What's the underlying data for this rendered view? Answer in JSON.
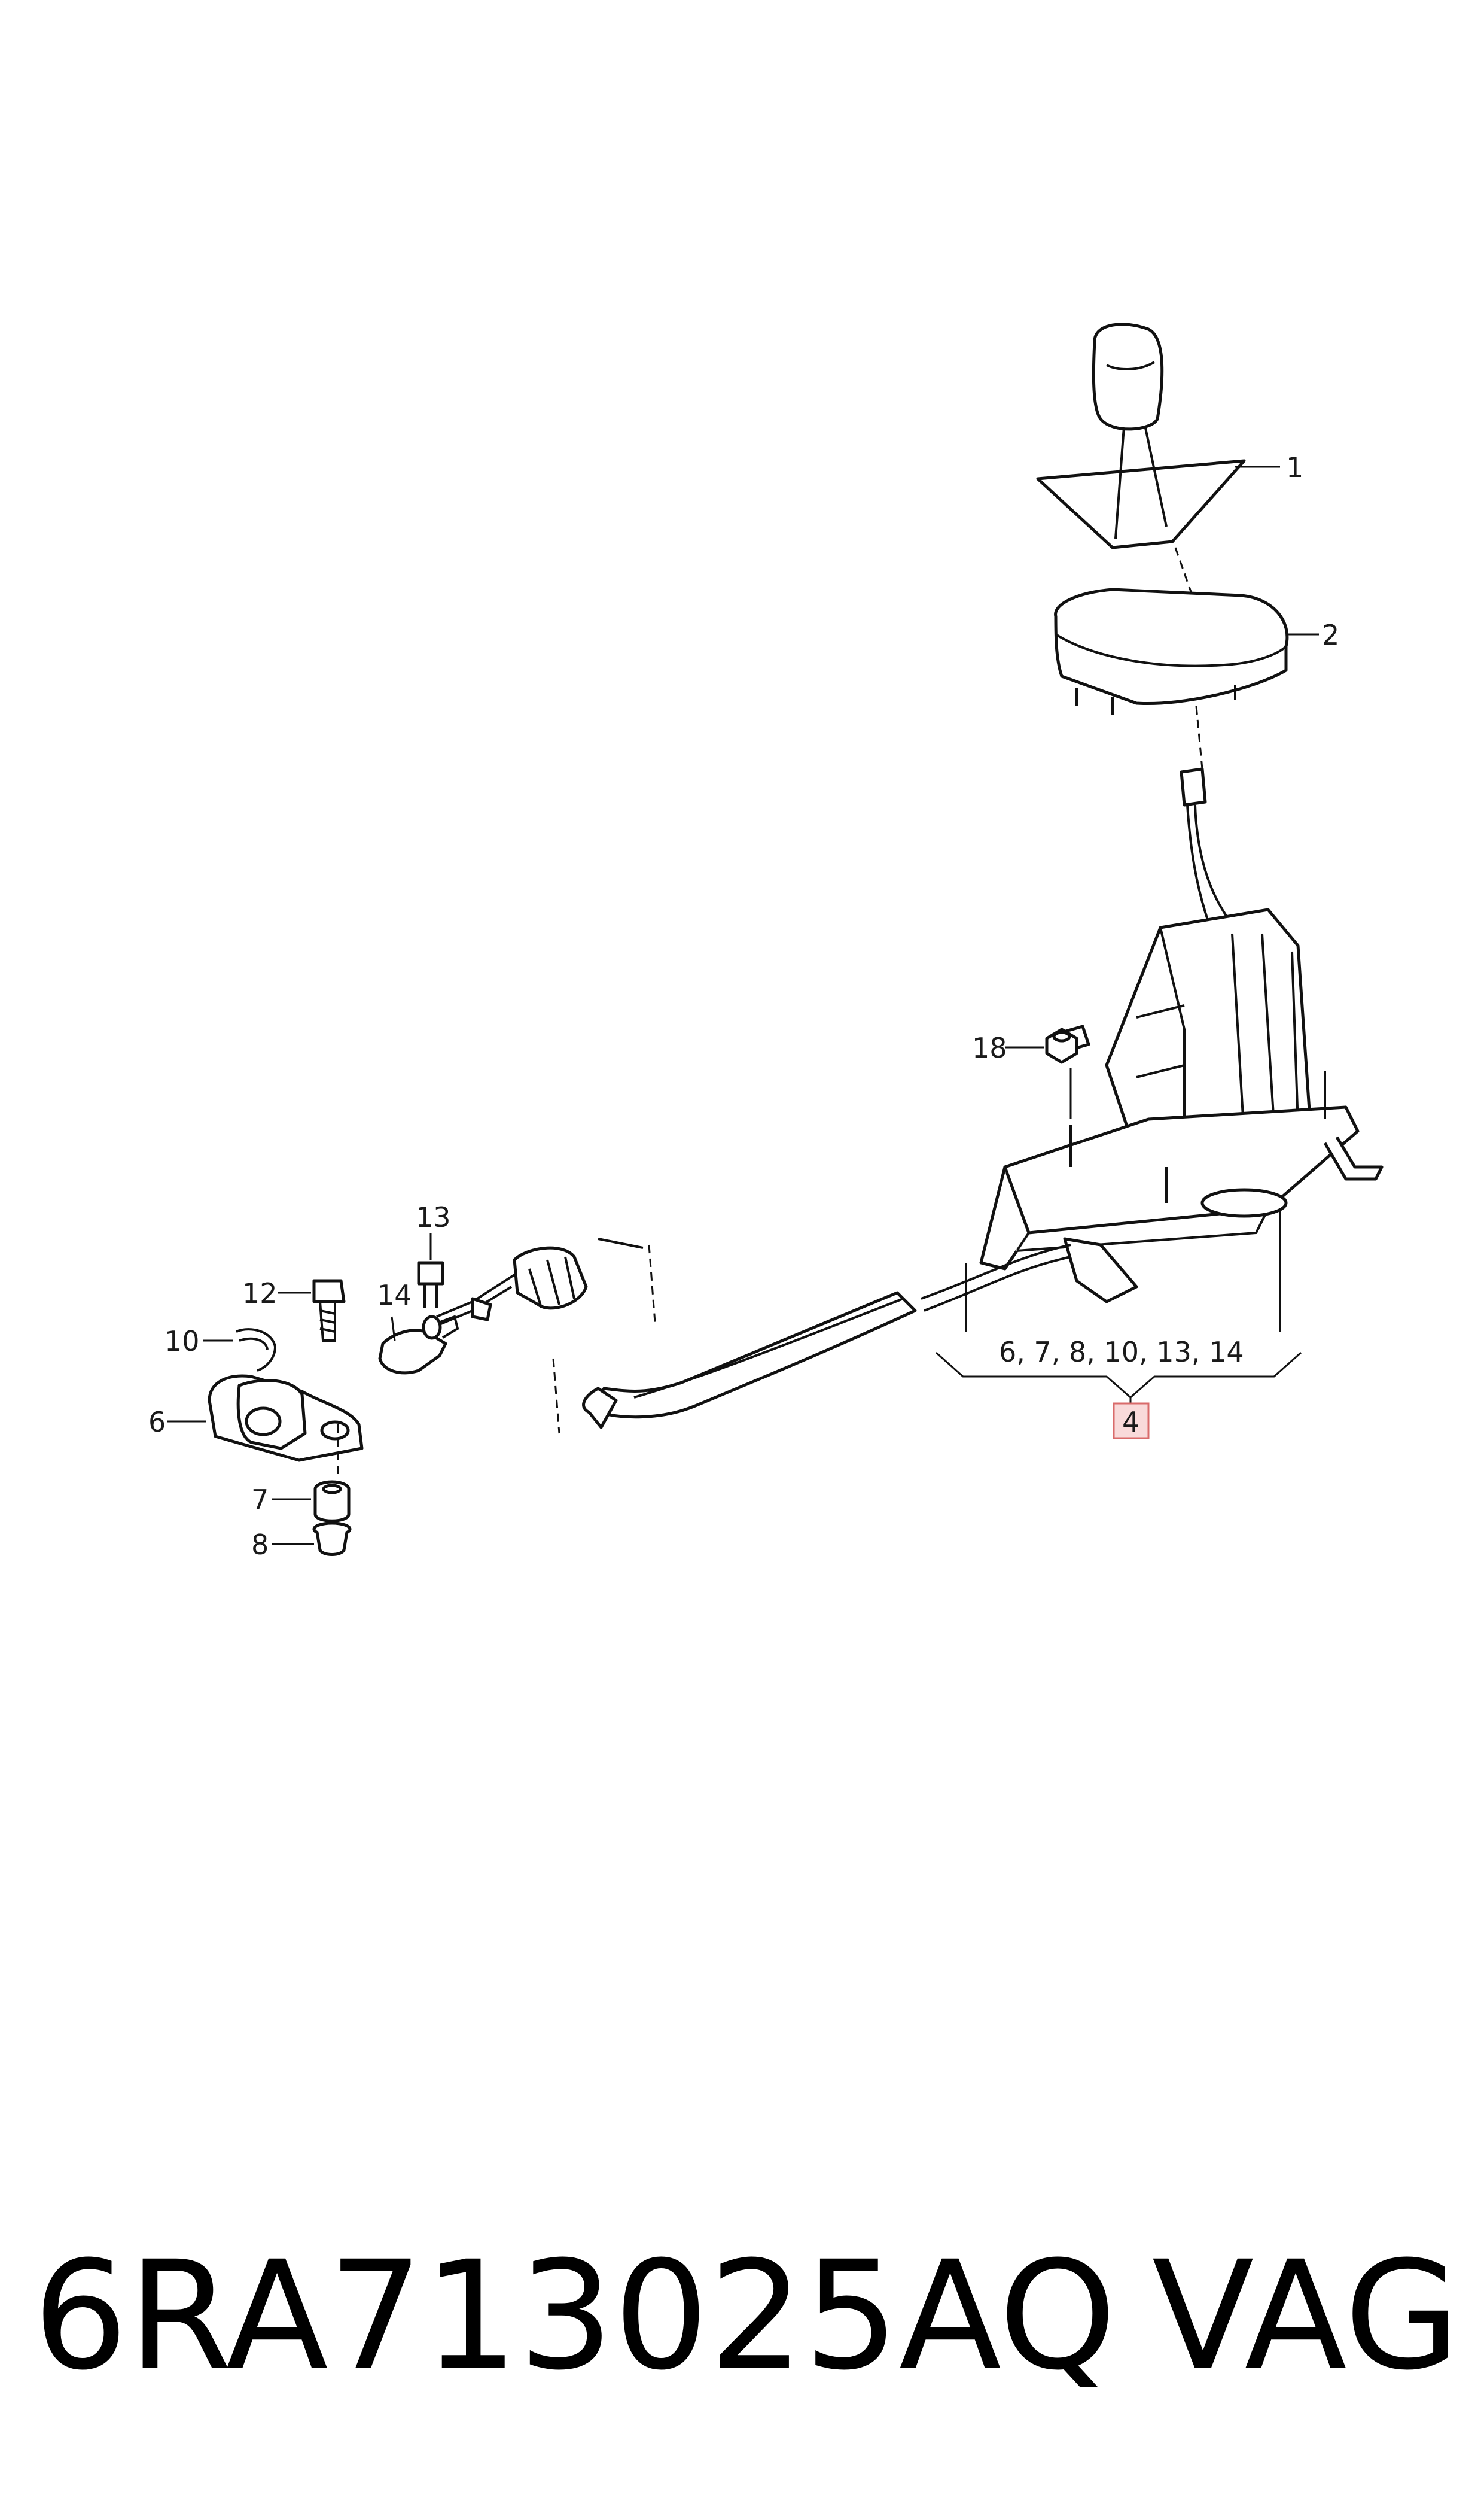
{
  "callouts": [
    {
      "id": "c1",
      "text": "1"
    },
    {
      "id": "c2",
      "text": "2"
    },
    {
      "id": "c18",
      "text": "18"
    },
    {
      "id": "c13",
      "text": "13"
    },
    {
      "id": "c12",
      "text": "12"
    },
    {
      "id": "c14",
      "text": "14"
    },
    {
      "id": "c10",
      "text": "10"
    },
    {
      "id": "c6",
      "text": "6"
    },
    {
      "id": "c7",
      "text": "7"
    },
    {
      "id": "c8",
      "text": "8"
    }
  ],
  "assembly": {
    "group_label": "6, 7, 8, 10, 13, 14",
    "assembly_number": "4",
    "highlight_color": "#f9dada",
    "highlight_border": "#d96b6b"
  },
  "footer": {
    "part_number": "6RA713025AQ",
    "brand": "VAG"
  }
}
